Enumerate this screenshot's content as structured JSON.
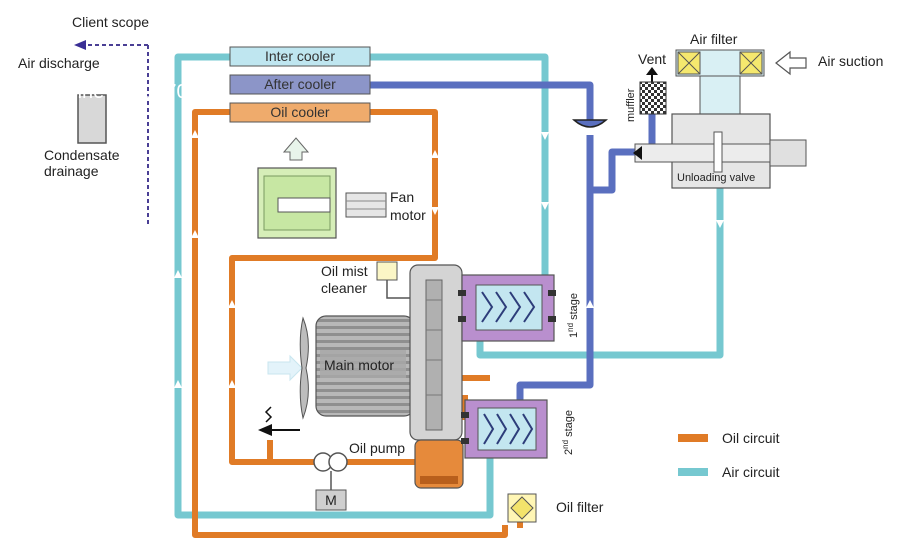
{
  "header": {
    "client_scope": "Client scope"
  },
  "left": {
    "air_discharge": "Air discharge",
    "condensate_line1": "Condensate",
    "condensate_line2": "drainage"
  },
  "coolers": {
    "inter": "Inter cooler",
    "after": "After cooler",
    "oil": "Oil cooler"
  },
  "watermark": "Hotline 0919770028",
  "components": {
    "fan_motor_line1": "Fan",
    "fan_motor_line2": "motor",
    "oil_mist_line1": "Oil mist",
    "oil_mist_line2": "cleaner",
    "main_motor": "Main motor",
    "oil_pump": "Oil pump",
    "motor_m": "M",
    "oil_filter": "Oil filter",
    "vent": "Vent",
    "muffler": "muffler",
    "air_filter": "Air filter",
    "air_suction": "Air suction",
    "unloading_valve": "Unloading valve",
    "stage1_num": "1",
    "stage1_sup": "nd",
    "stage1_word": " stage",
    "stage2_num": "2",
    "stage2_sup": "nd",
    "stage2_word": " stage"
  },
  "legend": {
    "oil": {
      "label": "Oil circuit",
      "color": "#e07b26"
    },
    "air": {
      "label": "Air circuit",
      "color": "#76c8d0"
    }
  },
  "colors": {
    "oil": "#e07b26",
    "air": "#76c8d0",
    "discharge": "#5a6fbf",
    "casing": "#b98fce"
  }
}
